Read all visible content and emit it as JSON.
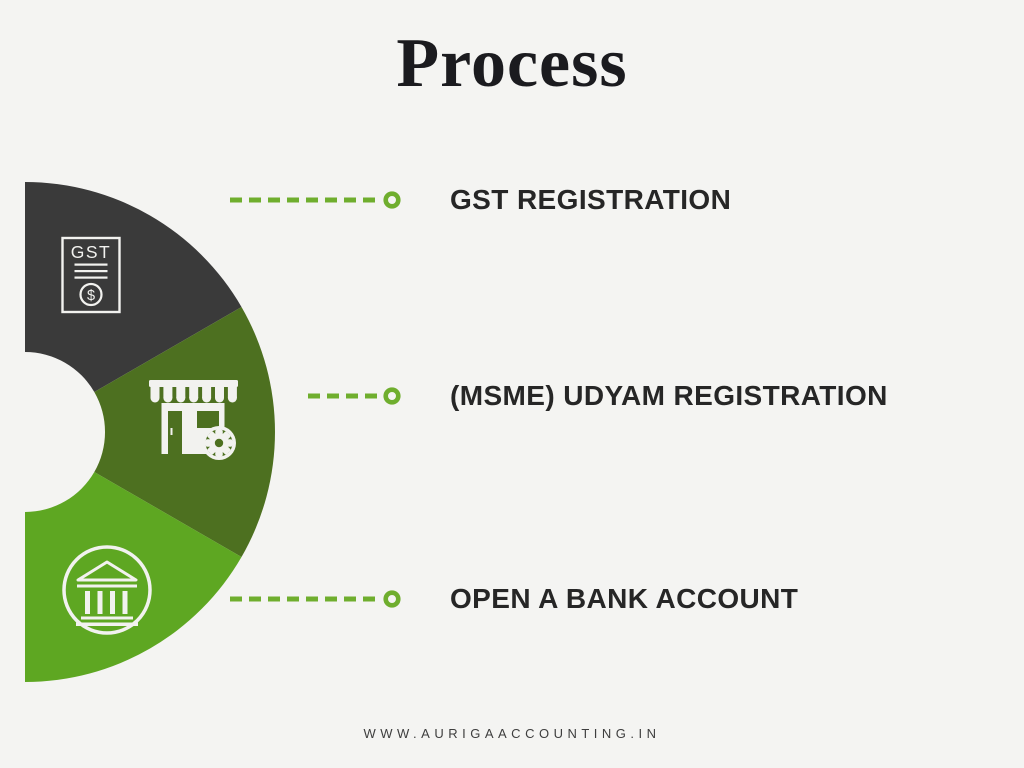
{
  "title": "Process",
  "footer": "WWW.AURIGAACCOUNTING.IN",
  "colors": {
    "background": "#f4f4f2",
    "segment_dark": "#3a3a3a",
    "segment_olive": "#4d7020",
    "segment_green": "#5ea722",
    "connector": "#6fae2e",
    "title_text": "#1b1b1f",
    "label_text": "#262626",
    "footer_text": "#3e3e3e",
    "icon": "#f2f2ef"
  },
  "steps": [
    {
      "label": "GST REGISTRATION",
      "icon": "gst-document-icon",
      "segment_color": "#3a3a3a"
    },
    {
      "label": "(MSME) UDYAM REGISTRATION",
      "icon": "storefront-gear-icon",
      "segment_color": "#4d7020"
    },
    {
      "label": "OPEN A BANK ACCOUNT",
      "icon": "bank-building-icon",
      "segment_color": "#5ea722"
    }
  ],
  "gst_icon": {
    "heading": "GST",
    "currency": "$"
  }
}
